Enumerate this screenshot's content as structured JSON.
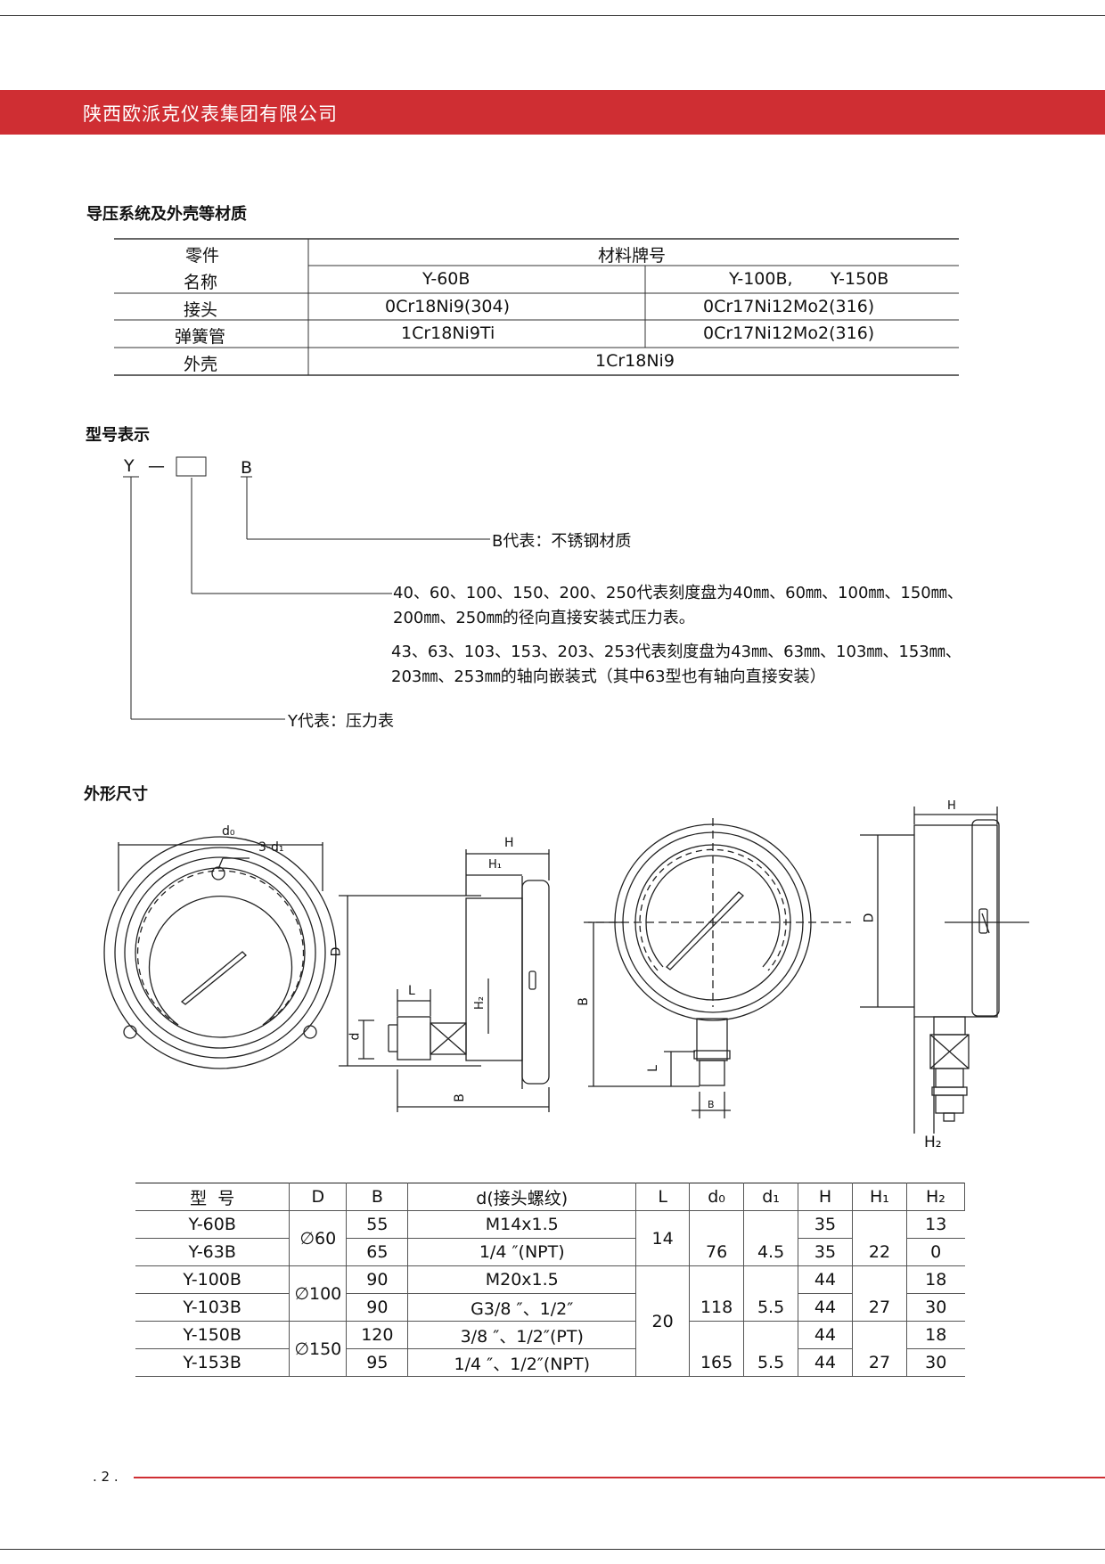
{
  "company": "陕西欧派克仪表集团有限公司",
  "material_section": {
    "title": "导压系统及外壳等材质",
    "header_part_1": "零件",
    "header_part_2": "名称",
    "header_material": "材料牌号",
    "col_a": "Y-60B",
    "col_b": "Y-100B,       Y-150B",
    "rows": [
      {
        "part": "接头",
        "a": "0Cr18Ni9(304)",
        "b": "0Cr17Ni12Mo2(316)"
      },
      {
        "part": "弹簧管",
        "a": "1Cr18Ni9Ti",
        "b": "0Cr17Ni12Mo2(316)"
      },
      {
        "part": "外壳",
        "ab": "1Cr18Ni9"
      }
    ]
  },
  "model_section": {
    "title": "型号表示",
    "code_y": "Y",
    "code_dash": "—",
    "code_b": "B",
    "b_desc": "B代表：不锈钢材质",
    "radial_line1": "40、60、100、150、200、250代表刻度盘为40㎜、60㎜、100㎜、150㎜、",
    "radial_line2": "200㎜、250㎜的径向直接安装式压力表。",
    "axial_line1": "43、63、103、153、203、253代表刻度盘为43㎜、63㎜、103㎜、153㎜、",
    "axial_line2": "203㎜、253㎜的轴向嵌装式（其中63型也有轴向直接安装）",
    "y_desc": "Y代表：压力表"
  },
  "outline_section": {
    "title": "外形尺寸",
    "labels": {
      "d0": "d₀",
      "three_d1": "3-d₁",
      "D": "D",
      "d": "d",
      "L": "L",
      "H": "H",
      "H1": "H₁",
      "H2": "H₂",
      "B": "B"
    }
  },
  "dim_table": {
    "headers": [
      "型  号",
      "D",
      "B",
      "d(接头螺纹)",
      "L",
      "d₀",
      "d₁",
      "H",
      "H₁",
      "H₂"
    ],
    "groups": [
      {
        "D": "∅60",
        "L": "14",
        "d0": "76",
        "d1": "4.5",
        "H1": "22",
        "rows": [
          {
            "model": "Y-60B",
            "B": "55",
            "thread": "M14x1.5",
            "H": "35",
            "H2": "13"
          },
          {
            "model": "Y-63B",
            "B": "65",
            "thread": "1/4 ″(NPT)",
            "H": "35",
            "H2": "0"
          }
        ]
      },
      {
        "D": "∅100",
        "L": "20",
        "d0": "118",
        "d1": "5.5",
        "H1": "27",
        "rows": [
          {
            "model": "Y-100B",
            "B": "90",
            "thread": "M20x1.5",
            "H": "44",
            "H2": "18"
          },
          {
            "model": "Y-103B",
            "B": "90",
            "thread": "G3/8 ″、1/2″",
            "H": "44",
            "H2": "30"
          }
        ]
      },
      {
        "D": "∅150",
        "L": "",
        "d0": "165",
        "d1": "5.5",
        "H1": "27",
        "rows": [
          {
            "model": "Y-150B",
            "B": "120",
            "thread": "3/8 ″、1/2″(PT)",
            "H": "44",
            "H2": "18"
          },
          {
            "model": "Y-153B",
            "B": "95",
            "thread": "1/4 ″、1/2″(NPT)",
            "H": "44",
            "H2": "30"
          }
        ]
      }
    ]
  },
  "page_number": ". 2 ."
}
